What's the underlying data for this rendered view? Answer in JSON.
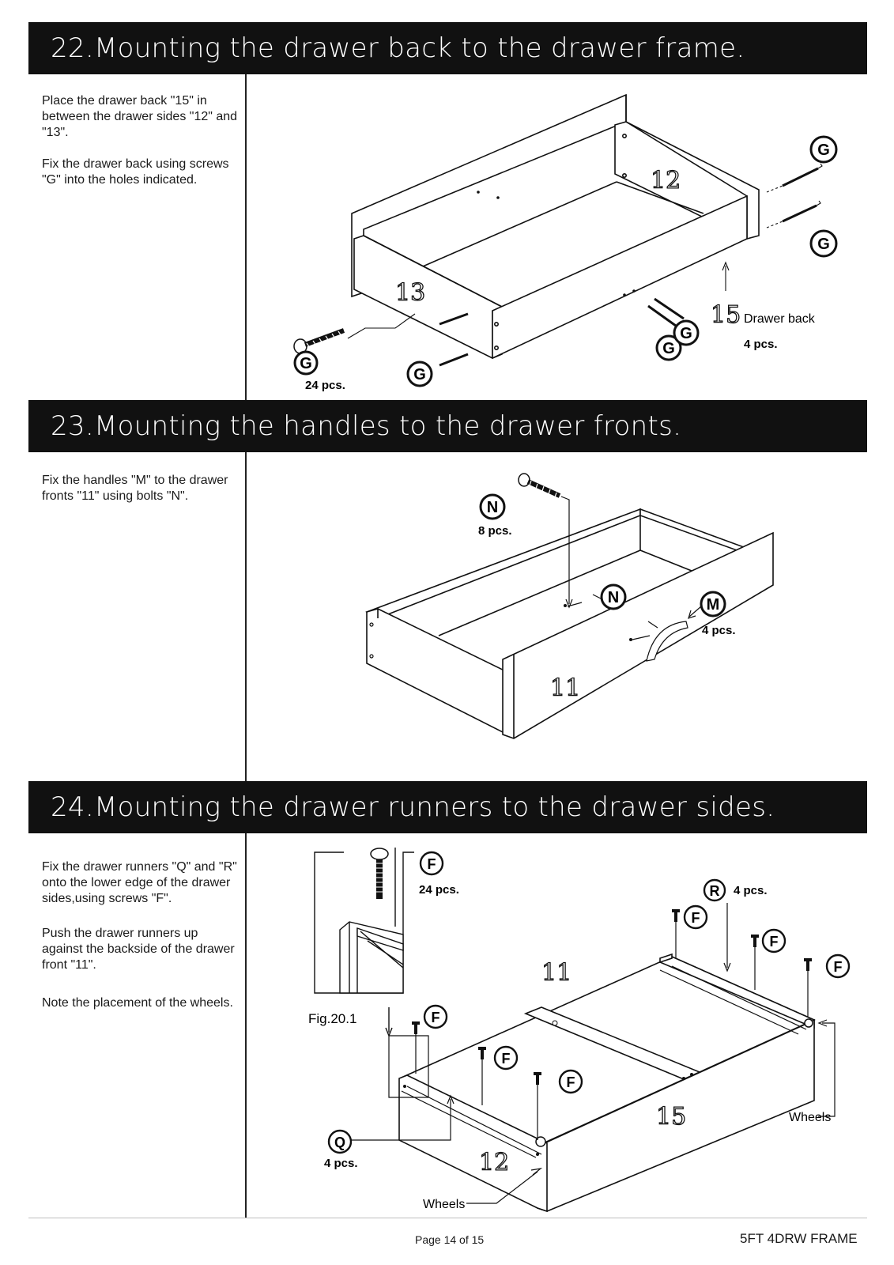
{
  "step22": {
    "title": "22.Mounting the drawer back to the drawer frame.",
    "instructions": [
      "Place the drawer back \"15\" in between the drawer sides \"12\" and \"13\".",
      "Fix the drawer back using screws \"G\" into the holes indicated."
    ],
    "part_labels": [
      "12",
      "13",
      "15"
    ],
    "screw_letter": "G",
    "screw_qty": "24 pcs.",
    "back_name": "Drawer back",
    "back_qty": "4 pcs."
  },
  "step23": {
    "title": "23.Mounting the handles to the drawer fronts.",
    "instructions": [
      "Fix the handles \"M\" to the drawer fronts \"11\" using bolts \"N\"."
    ],
    "bolt_letter": "N",
    "bolt_qty": "8 pcs.",
    "handle_letter": "M",
    "handle_qty": "4 pcs.",
    "front_label": "11"
  },
  "step24": {
    "title": "24.Mounting the drawer runners to the drawer sides.",
    "instructions": [
      "Fix the drawer runners \"Q\" and \"R\" onto the lower edge of the drawer sides,using screws \"F\".",
      "Push the drawer runners up against the backside of the drawer front \"11\".",
      "Note the placement of the wheels."
    ],
    "screw_letter": "F",
    "screw_qty": "24 pcs.",
    "runner_r_letter": "R",
    "runner_r_qty": "4 pcs.",
    "runner_q_letter": "Q",
    "runner_q_qty": "4 pcs.",
    "fig_label": "Fig.20.1",
    "wheels_label": "Wheels",
    "part_labels": [
      "11",
      "12",
      "15"
    ]
  },
  "footer": {
    "page": "Page 14 of 15",
    "product": "5FT 4DRW FRAME"
  }
}
